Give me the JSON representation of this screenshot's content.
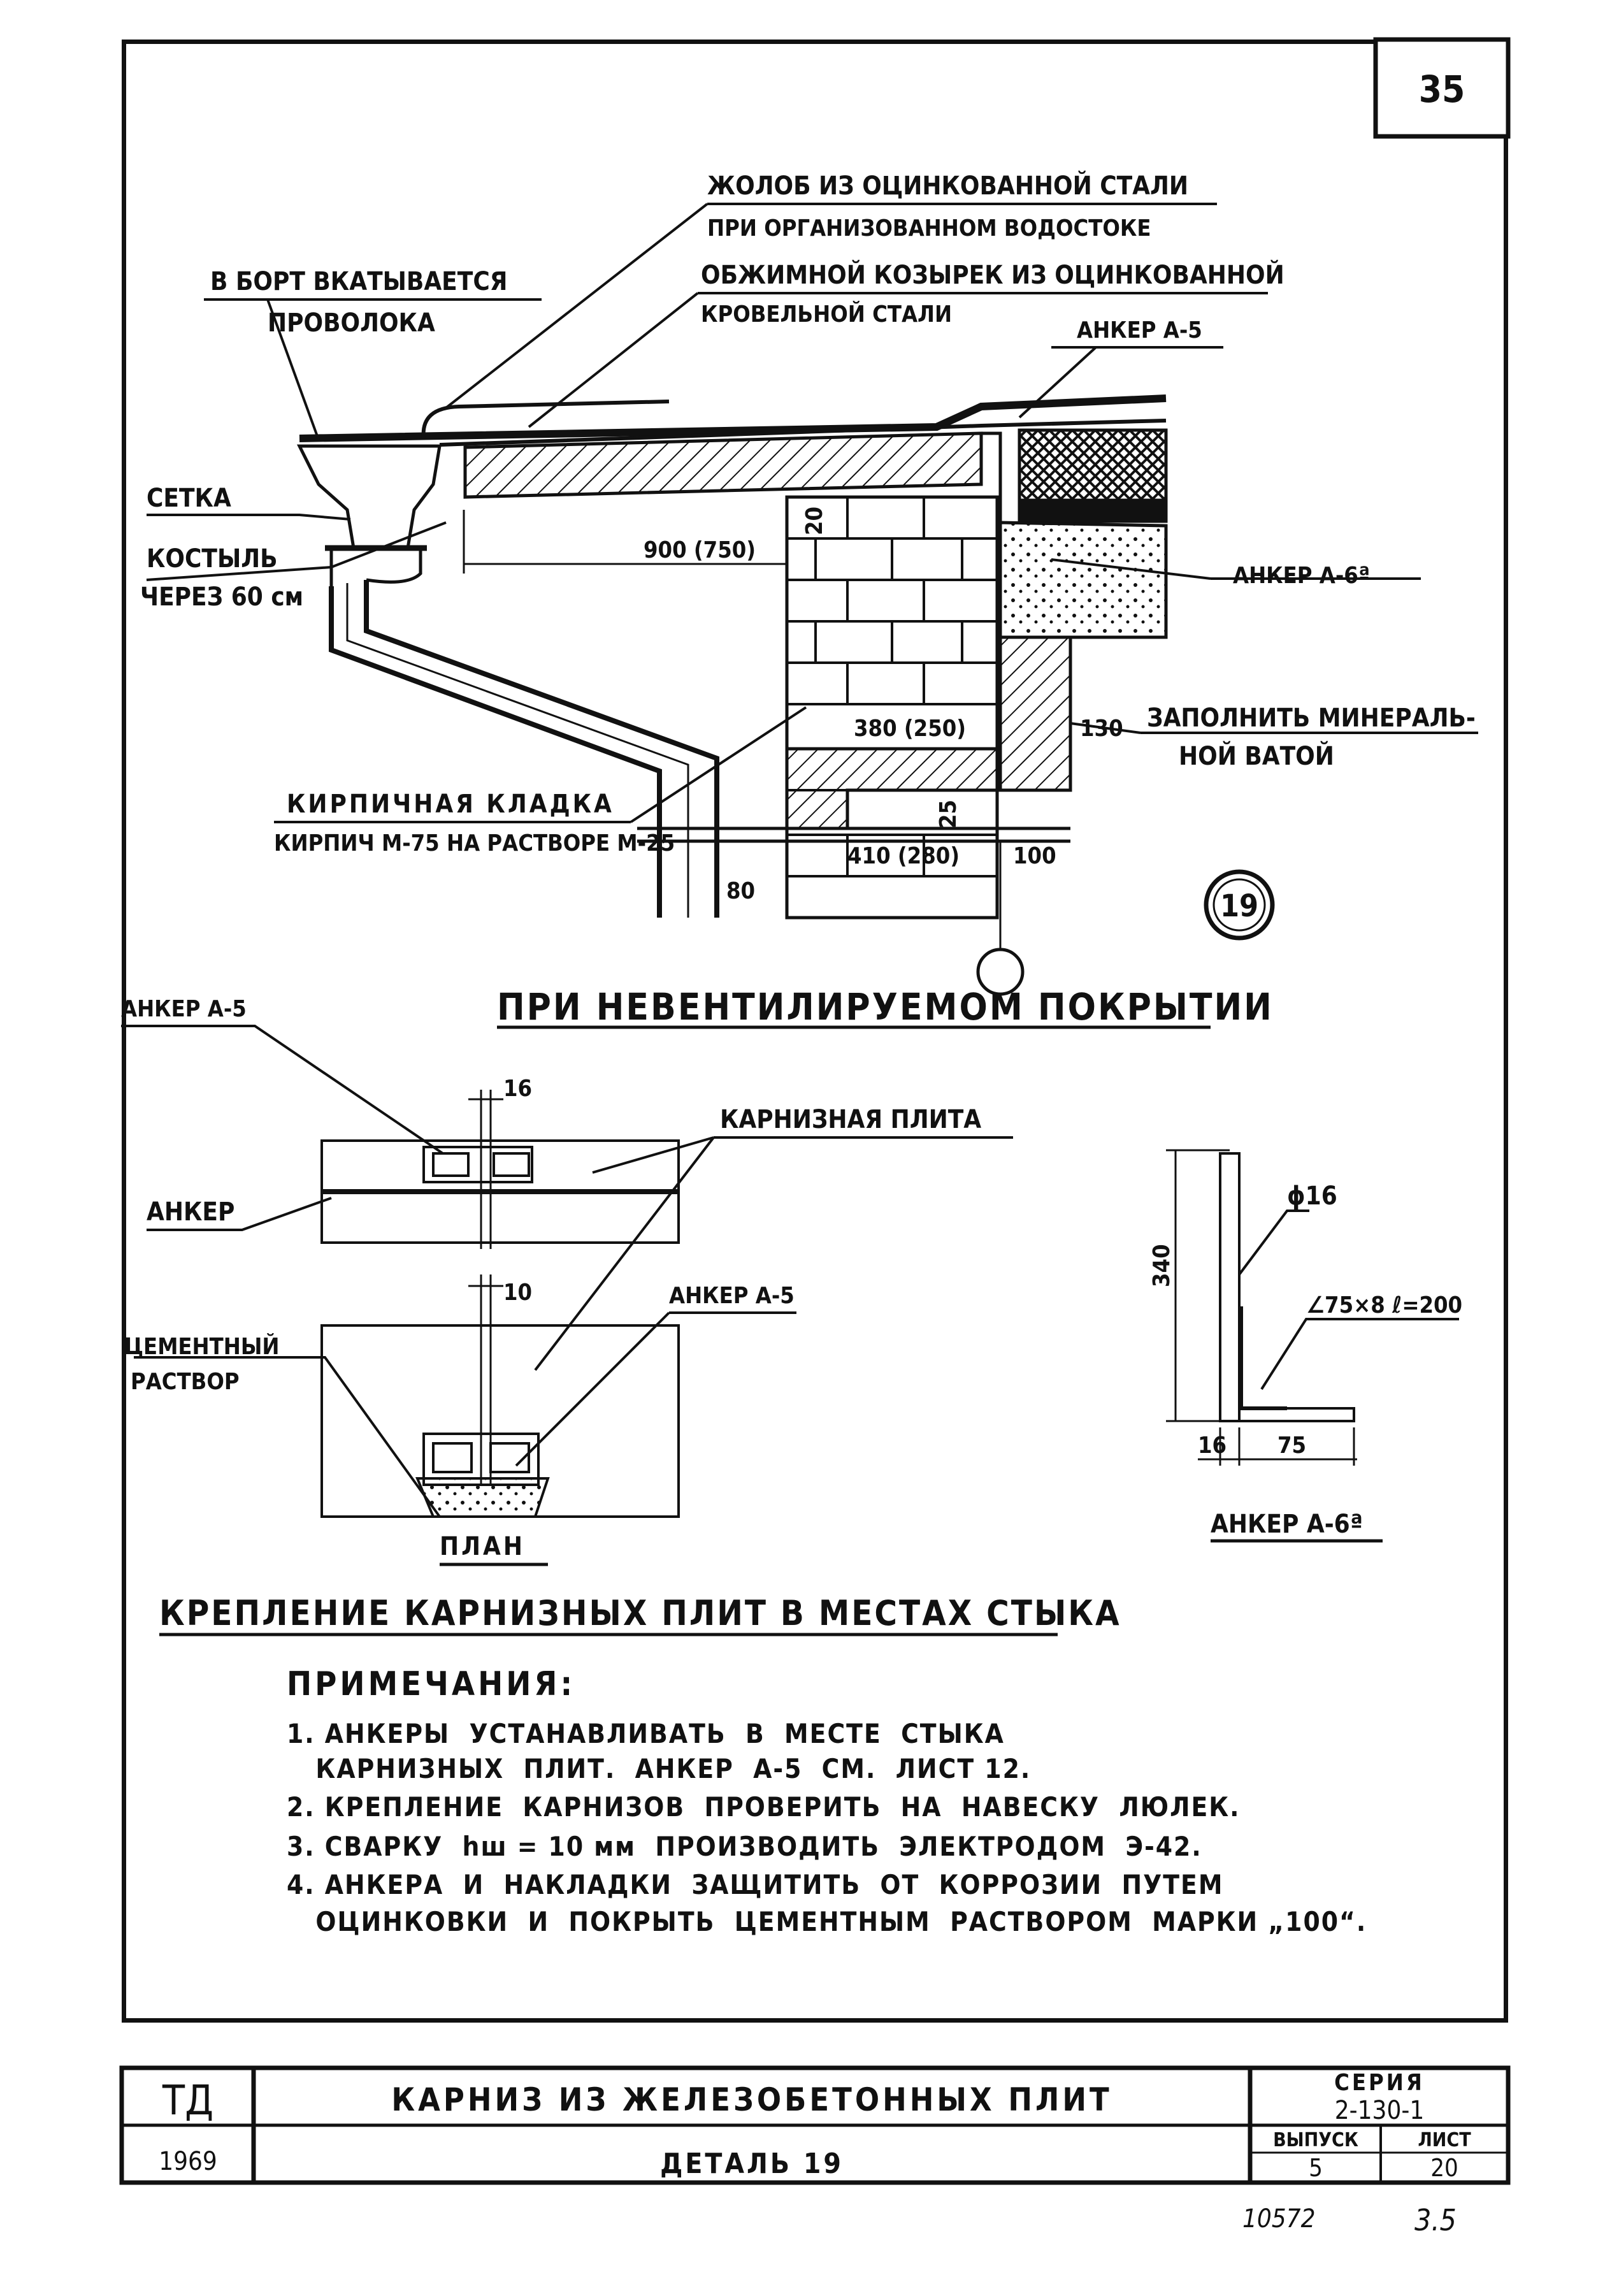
{
  "sheet": {
    "page_number": "35",
    "footer_code": "10572",
    "footer_page": "3.5"
  },
  "detail_section": {
    "labels": {
      "gutter": [
        "ЖОЛОБ ИЗ ОЦИНКОВАННОЙ СТАЛИ",
        "ПРИ ОРГАНИЗОВАННОМ ВОДОСТОКЕ"
      ],
      "wire": [
        "В БОРТ ВКАТЫВАЕТСЯ",
        "ПРОВОЛОКА"
      ],
      "visor": [
        "ОБЖИМНОЙ КОЗЫРЕК ИЗ ОЦИНКОВАННОЙ",
        "КРОВЕЛЬНОЙ СТАЛИ"
      ],
      "anchor_a5": "АНКЕР А-5",
      "mesh": "СЕТКА",
      "crutch": [
        "КОСТЫЛЬ",
        "ЧЕРЕЗ 60 см"
      ],
      "anchor_a6a": "АНКЕР А-6ª",
      "fill_wool": [
        "ЗАПОЛНИТЬ МИНЕРАЛЬ-",
        "НОЙ ВАТОЙ"
      ],
      "masonry": [
        "КИРПИЧНАЯ КЛАДКА",
        "КИРПИЧ М-75 НА РАСТВОРЕ М-25"
      ]
    },
    "dimensions": {
      "d900": "900 (750)",
      "d20": "20",
      "d380": "380 (250)",
      "d130": "130",
      "d25": "25",
      "d410": "410 (280)",
      "d100": "100",
      "d80": "80"
    },
    "detail_number": "19",
    "title": "ПРИ НЕВЕНТИЛИРУЕМОМ ПОКРЫТИИ"
  },
  "plan_section": {
    "labels": {
      "anchor_a5_top": "АНКЕР А-5",
      "cornice_slab": "КАРНИЗНАЯ ПЛИТА",
      "anchor": "АНКЕР",
      "anchor_a5_bottom": "АНКЕР А-5",
      "cement_mortar": [
        "ЦЕМЕНТНЫЙ",
        "РАСТВОР"
      ]
    },
    "dimensions": {
      "d16": "16",
      "d10": "10"
    },
    "plan_label": "ПЛАН",
    "title": "КРЕПЛЕНИЕ КАРНИЗНЫХ ПЛИТ В МЕСТАХ СТЫКА"
  },
  "anchor_detail": {
    "dimensions": {
      "d340": "340",
      "phi16": "ϕ16",
      "angle": "∠75×8  ℓ=200",
      "d16": "16",
      "d75": "75"
    },
    "title": "АНКЕР А-6ª"
  },
  "notes": {
    "heading": "ПРИМЕЧАНИЯ:",
    "items": [
      "1. АНКЕРЫ  УСТАНАВЛИВАТЬ  В  МЕСТЕ  СТЫКА",
      "   КАРНИЗНЫХ  ПЛИТ.  АНКЕР  А-5  СМ.  ЛИСТ 12.",
      "2. КРЕПЛЕНИЕ  КАРНИЗОВ  ПРОВЕРИТЬ  НА  НАВЕСКУ  ЛЮЛЕК.",
      "3. СВАРКУ  hш = 10 мм  ПРОИЗВОДИТЬ  ЭЛЕКТРОДОМ  Э-42.",
      "4. АНКЕРА  И  НАКЛАДКИ  ЗАЩИТИТЬ  ОТ  КОРРОЗИИ  ПУТЕМ",
      "   ОЦИНКОВКИ  И  ПОКРЫТЬ  ЦЕМЕНТНЫМ  РАСТВОРОМ  МАРКИ „100“."
    ]
  },
  "title_block": {
    "org": "ТД",
    "year": "1969",
    "title": "КАРНИЗ ИЗ ЖЕЛЕЗОБЕТОННЫХ ПЛИТ",
    "subtitle": "ДЕТАЛЬ 19",
    "series_label": "СЕРИЯ",
    "series_value": "2-130-1",
    "issue_label": "ВЫПУСК",
    "issue_value": "5",
    "sheet_label": "ЛИСТ",
    "sheet_value": "20"
  }
}
